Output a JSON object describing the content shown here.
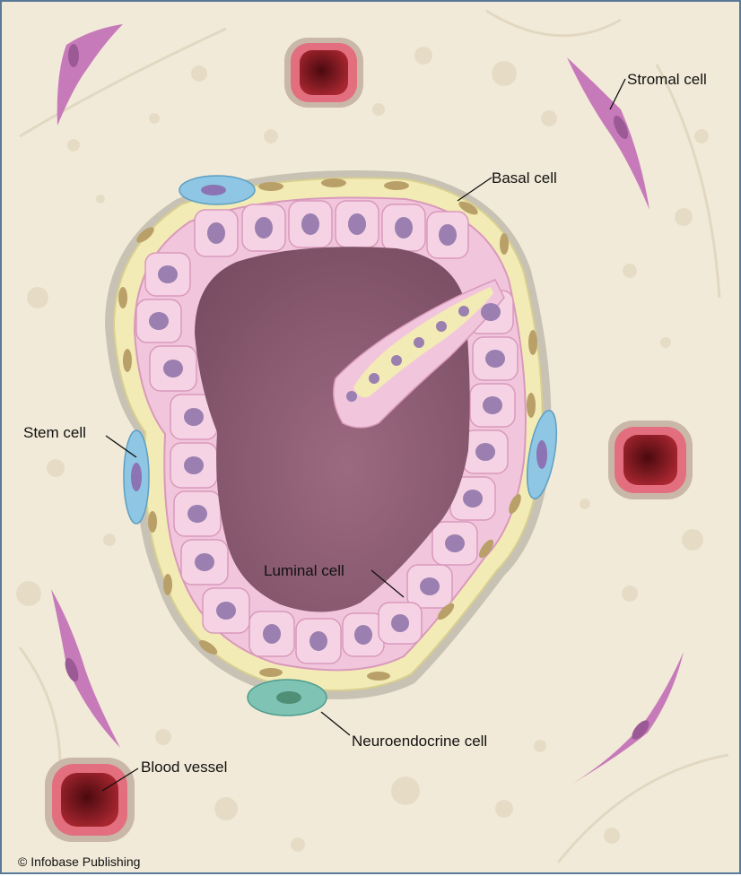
{
  "labels": {
    "stromal": "Stromal cell",
    "basal": "Basal cell",
    "stem": "Stem cell",
    "luminal": "Luminal cell",
    "neuroendocrine": "Neuroendocrine cell",
    "blood_vessel": "Blood vessel"
  },
  "credit": "© Infobase Publishing",
  "colors": {
    "background": "#f2ead8",
    "lumen": "#8a5c72",
    "luminal_cell": "#f1c6dc",
    "basal_cell": "#f3ebb5",
    "stem_cell": "#8ec6e3",
    "neuroendocrine_cell": "#7fc3b4",
    "stromal_cell": "#c77aba",
    "blood_vessel": "#8a1c22"
  }
}
